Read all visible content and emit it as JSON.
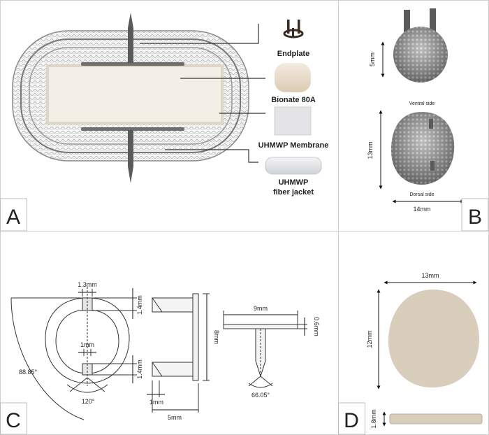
{
  "panels": {
    "a": {
      "letter": "A",
      "labels": {
        "endplate": "Endplate",
        "bionate": "Bionate 80A",
        "membrane": "UHMWP Membrane",
        "jacket_line1": "UHMWP",
        "jacket_line2": "fiber jacket"
      }
    },
    "b": {
      "letter": "B",
      "dim_height_top": "5mm",
      "ventral": "Ventral side",
      "dorsal": "Dorsal side",
      "dim_height_bottom": "13mm",
      "dim_width": "14mm"
    },
    "c": {
      "letter": "C",
      "dims": {
        "slot_width": "1.3mm",
        "slot_height_top": "1.4mm",
        "center_width": "1mm",
        "slot_height_bottom": "1.4mm",
        "outer_angle": "88.85°",
        "bottom_angle": "120°",
        "side_height": "8mm",
        "side_thickness": "1mm",
        "side_width": "5mm",
        "pin_plate_width": "9mm",
        "pin_plate_thickness": "0.6mm",
        "pin_tip_angle": "66.05°"
      }
    },
    "d": {
      "letter": "D",
      "dim_width": "13mm",
      "dim_height": "12mm",
      "dim_thickness": "1.8mm",
      "fill_color": "#d9cdbc"
    }
  },
  "colors": {
    "frame": "#cfcfcf",
    "fiber": "#8c8c8c",
    "core": "#f2eee6",
    "pin": "#555555"
  }
}
